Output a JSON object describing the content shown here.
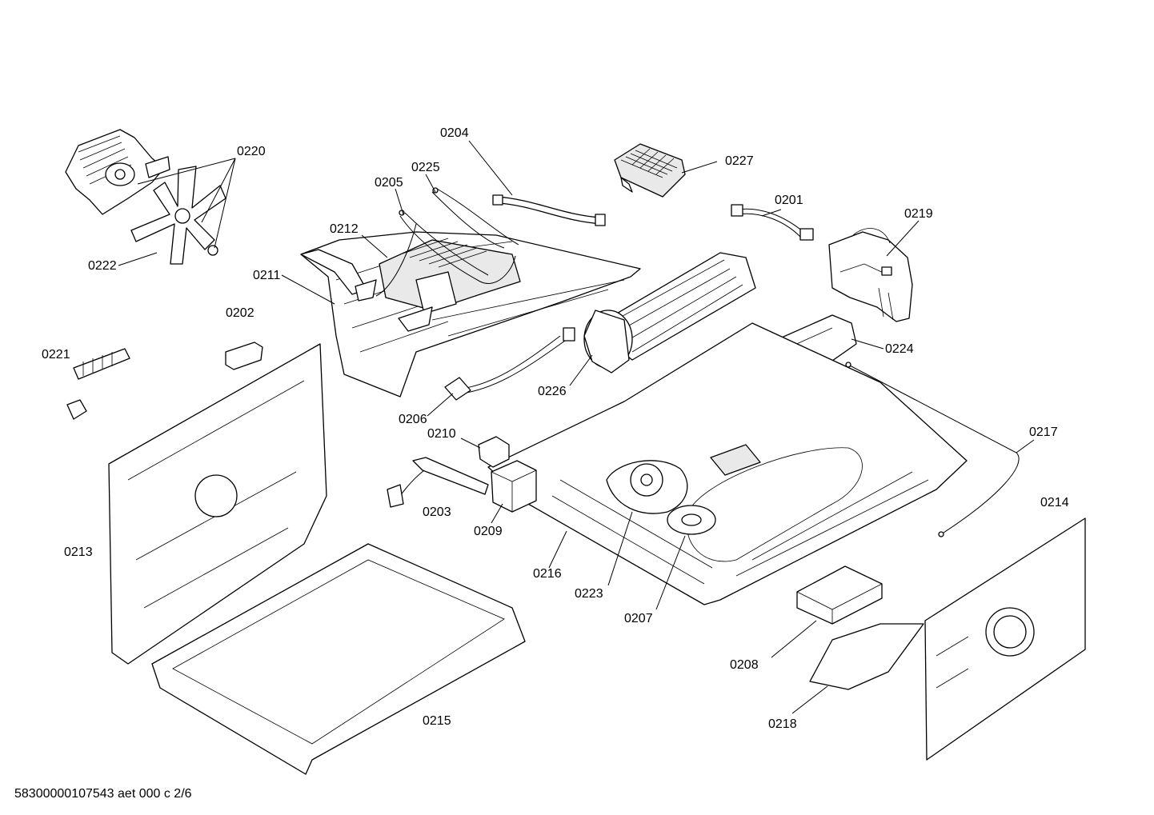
{
  "diagram": {
    "labels": {
      "p0201": "0201",
      "p0202": "0202",
      "p0203": "0203",
      "p0204": "0204",
      "p0205": "0205",
      "p0206": "0206",
      "p0207": "0207",
      "p0208": "0208",
      "p0209": "0209",
      "p0210": "0210",
      "p0211": "0211",
      "p0212": "0212",
      "p0213": "0213",
      "p0214": "0214",
      "p0215": "0215",
      "p0216": "0216",
      "p0217": "0217",
      "p0218": "0218",
      "p0219": "0219",
      "p0220": "0220",
      "p0221": "0221",
      "p0222": "0222",
      "p0223": "0223",
      "p0224": "0224",
      "p0225": "0225",
      "p0226": "0226",
      "p0227": "0227"
    },
    "footer": "58300000107543 aet 000 c 2/6"
  }
}
